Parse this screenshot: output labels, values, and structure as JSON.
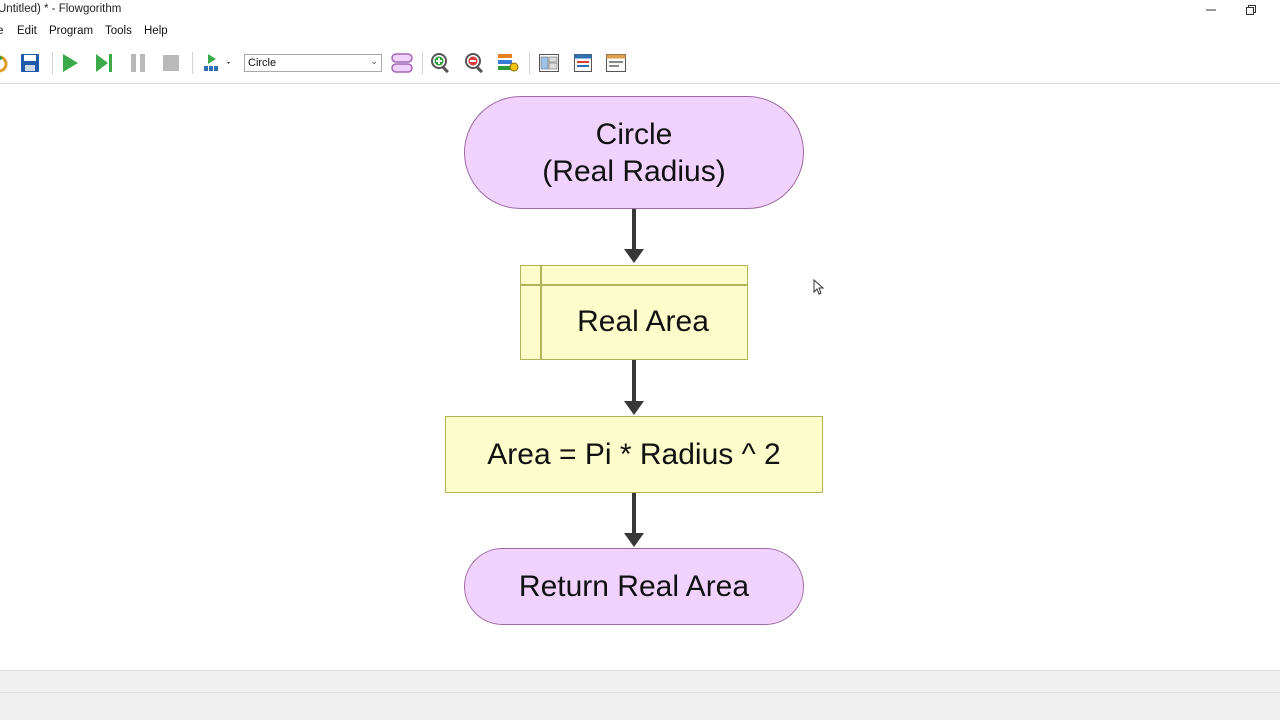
{
  "window": {
    "title": "Untitled) * - Flowgorithm"
  },
  "menu": {
    "items": [
      "Edit",
      "Program",
      "Tools",
      "Help"
    ]
  },
  "toolbar": {
    "function_selector": {
      "value": "Circle"
    },
    "icons": [
      "open-icon",
      "save-icon",
      "run-icon",
      "step-icon",
      "pause-icon",
      "stop-icon",
      "run-speed-icon",
      "function-manager-icon",
      "zoom-in-icon",
      "zoom-out-icon",
      "variable-watch-icon",
      "layout-window-icon",
      "console-window-icon",
      "source-code-window-icon"
    ]
  },
  "flowchart": {
    "start": {
      "line1": "Circle",
      "line2": "(Real Radius)"
    },
    "declare": {
      "text": "Real Area"
    },
    "assign": {
      "text": "Area = Pi * Radius ^ 2"
    },
    "end": {
      "text": "Return Real Area"
    }
  },
  "colors": {
    "terminal_fill": "#f0d2fd",
    "terminal_border": "#9e6aa4",
    "process_fill": "#fdfdcc",
    "process_border": "#b3b35a",
    "arrow": "#383838"
  }
}
